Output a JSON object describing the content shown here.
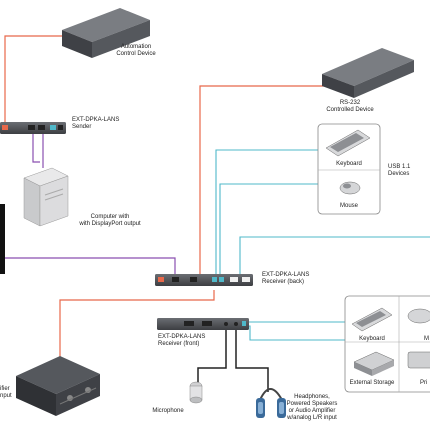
{
  "automation_device": {
    "label_line1": "Automation",
    "label_line2": "Control Device"
  },
  "rs232_device": {
    "label_line1": "RS-232",
    "label_line2": "Controlled Device"
  },
  "sender": {
    "label_line1": "EXT-DPKA-LANS",
    "label_line2": "Sender"
  },
  "computer": {
    "label_line1": "Computer with",
    "label_line2": "with DisplayPort output"
  },
  "usb11": {
    "group_line1": "USB 1.1",
    "group_line2": "Devices",
    "keyboard": "Keyboard",
    "mouse": "Mouse"
  },
  "receiver_back": {
    "label_line1": "EXT-DPKA-LANS",
    "label_line2": "Receiver (back)"
  },
  "receiver_front": {
    "label_line1": "EXT-DPKA-LANS",
    "label_line2": "Receiver (front)"
  },
  "usb_devices_right": {
    "keyboard": "Keyboard",
    "m_partial": "M",
    "external_storage": "External Storage",
    "pri_partial": "Pri"
  },
  "amplifier": {
    "line1": "ifier",
    "line2": "nput"
  },
  "microphone": {
    "label": "Microphone"
  },
  "headphones": {
    "line1": "Headphones,",
    "line2": "Powered Speakers",
    "line3": "or Audio Amplifier",
    "line4": "w/analog L/R input"
  },
  "colors": {
    "rs232_line": "#e8684a",
    "dp_line": "#8a4fb0",
    "usb_line": "#4fb8c9",
    "audio_line": "#222222",
    "device_dark": "#4a4d52"
  }
}
